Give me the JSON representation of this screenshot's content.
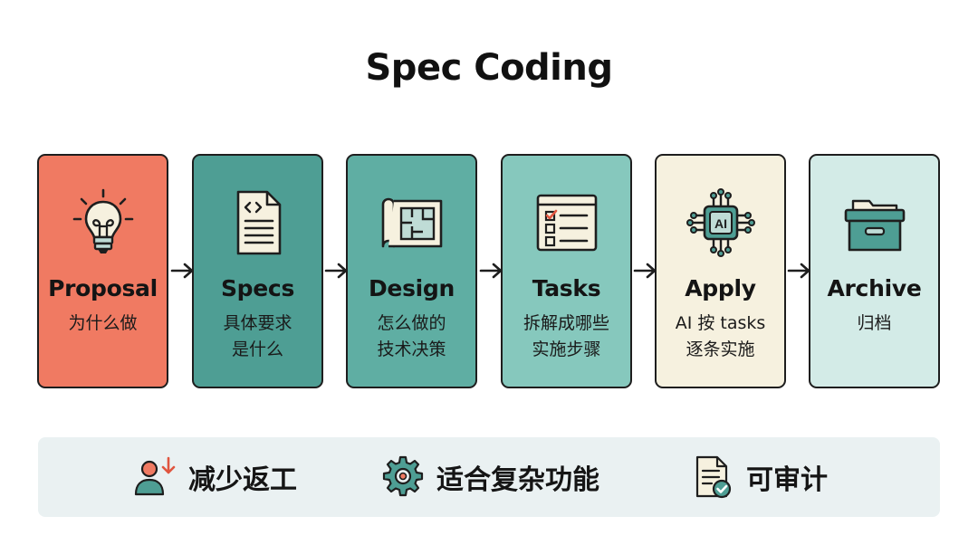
{
  "title": "Spec Coding",
  "stages": [
    {
      "name": "Proposal",
      "desc": "为什么做",
      "icon": "lightbulb-icon",
      "bg": "#f07a62"
    },
    {
      "name": "Specs",
      "desc": "具体要求\n是什么",
      "icon": "document-code-icon",
      "bg": "#4e9e94"
    },
    {
      "name": "Design",
      "desc": "怎么做的\n技术决策",
      "icon": "blueprint-icon",
      "bg": "#5faea3"
    },
    {
      "name": "Tasks",
      "desc": "拆解成哪些\n实施步骤",
      "icon": "checklist-icon",
      "bg": "#86c8bd"
    },
    {
      "name": "Apply",
      "desc": "AI 按 tasks\n逐条实施",
      "icon": "ai-chip-icon",
      "bg": "#f6f1df"
    },
    {
      "name": "Archive",
      "desc": "归档",
      "icon": "archive-box-icon",
      "bg": "#d3ebe7"
    }
  ],
  "benefits": [
    {
      "label": "减少返工",
      "icon": "person-down-arrow-icon"
    },
    {
      "label": "适合复杂功能",
      "icon": "gear-icon"
    },
    {
      "label": "可审计",
      "icon": "document-check-icon"
    }
  ],
  "colors": {
    "outline": "#1e1e1e",
    "teal": "#4e9e94",
    "coral": "#f07a62",
    "cream": "#f6f1df",
    "mint": "#d3ebe7",
    "benefit_bg": "#eaf1f2"
  }
}
